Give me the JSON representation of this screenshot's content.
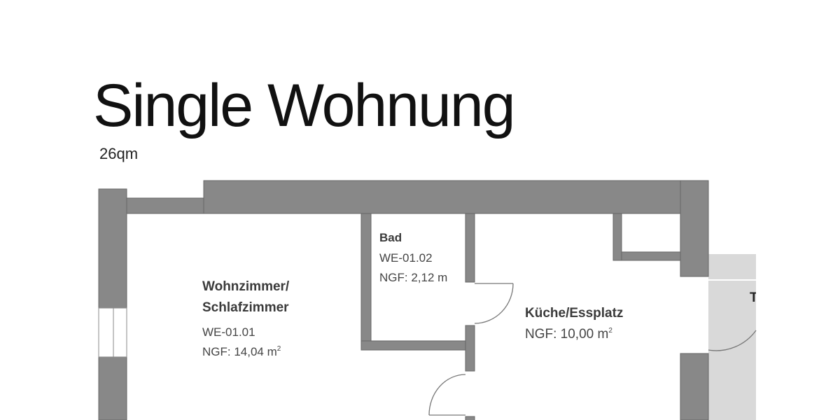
{
  "header": {
    "title": "Single Wohnung",
    "subtitle": "26qm"
  },
  "colors": {
    "wall": "#888888",
    "outside": "#d9d9d9",
    "text": "#444444"
  },
  "rooms": [
    {
      "name_line1": "Wohnzimmer/",
      "name_line2": "Schlafzimmer",
      "id": "WE-01.01",
      "area": "NGF: 14,04 m",
      "unit_sup": "2"
    },
    {
      "name": "Bad",
      "id": "WE-01.02",
      "area": "NGF: 2,12 m"
    },
    {
      "name": "Küche/Essplatz",
      "area": "NGF: 10,00 m",
      "unit_sup": "2"
    },
    {
      "name": "T"
    }
  ]
}
